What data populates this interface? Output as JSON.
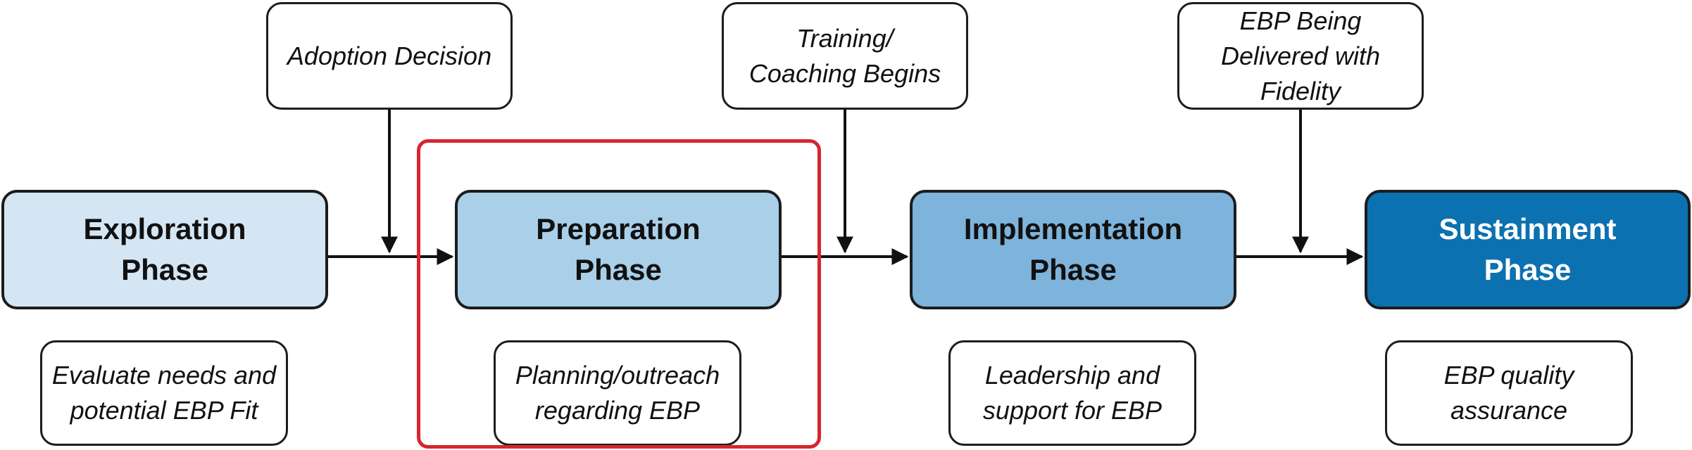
{
  "phases": [
    {
      "label": "Exploration\nPhase",
      "fill": "#d4e6f4",
      "text_color": "#111111"
    },
    {
      "label": "Preparation\nPhase",
      "fill": "#a9cfe9",
      "text_color": "#111111"
    },
    {
      "label": "Implementation\nPhase",
      "fill": "#7eb3db",
      "text_color": "#111111"
    },
    {
      "label": "Sustainment\nPhase",
      "fill": "#0c71b0",
      "text_color": "#ffffff"
    }
  ],
  "milestones": [
    {
      "label": "Adoption Decision"
    },
    {
      "label": "Training/\nCoaching Begins"
    },
    {
      "label": "EBP Being\nDelivered with\nFidelity"
    }
  ],
  "activities": [
    {
      "label": "Evaluate needs and\npotential EBP Fit"
    },
    {
      "label": "Planning/outreach\nregarding EBP"
    },
    {
      "label": "Leadership and\nsupport for EBP"
    },
    {
      "label": "EBP quality\nassurance"
    }
  ],
  "highlight": {
    "color": "#d7262e",
    "target": "Preparation Phase"
  },
  "line_color": "#111111"
}
